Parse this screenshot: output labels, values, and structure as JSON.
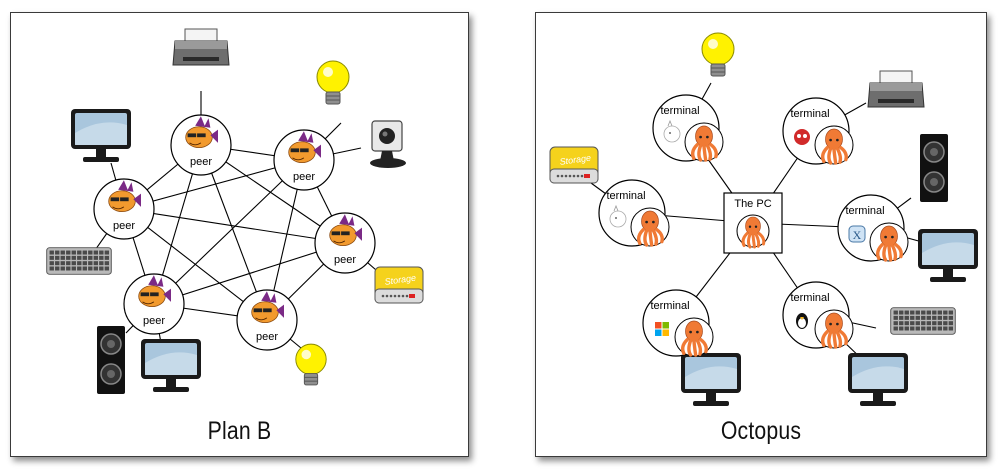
{
  "left_panel": {
    "caption": "Plan B",
    "node_label": "peer"
  },
  "right_panel": {
    "caption": "Octopus",
    "center_label": "The PC",
    "node_label": "terminal"
  },
  "device_labels": {
    "storage": "Storage"
  },
  "colors": {
    "border": "#3a3a3a",
    "octopus": "#f07a35",
    "fish": "#f29a2e",
    "bulb": "#fff200",
    "storage_yellow": "#f5d21c"
  },
  "icons": [
    "printer-icon",
    "bulb-icon",
    "camera-icon",
    "monitor-icon",
    "keyboard-icon",
    "speaker-icon",
    "storage-icon",
    "fish-icon",
    "octopus-icon",
    "windows-icon",
    "linux-icon",
    "mac-icon",
    "plan9-icon"
  ]
}
